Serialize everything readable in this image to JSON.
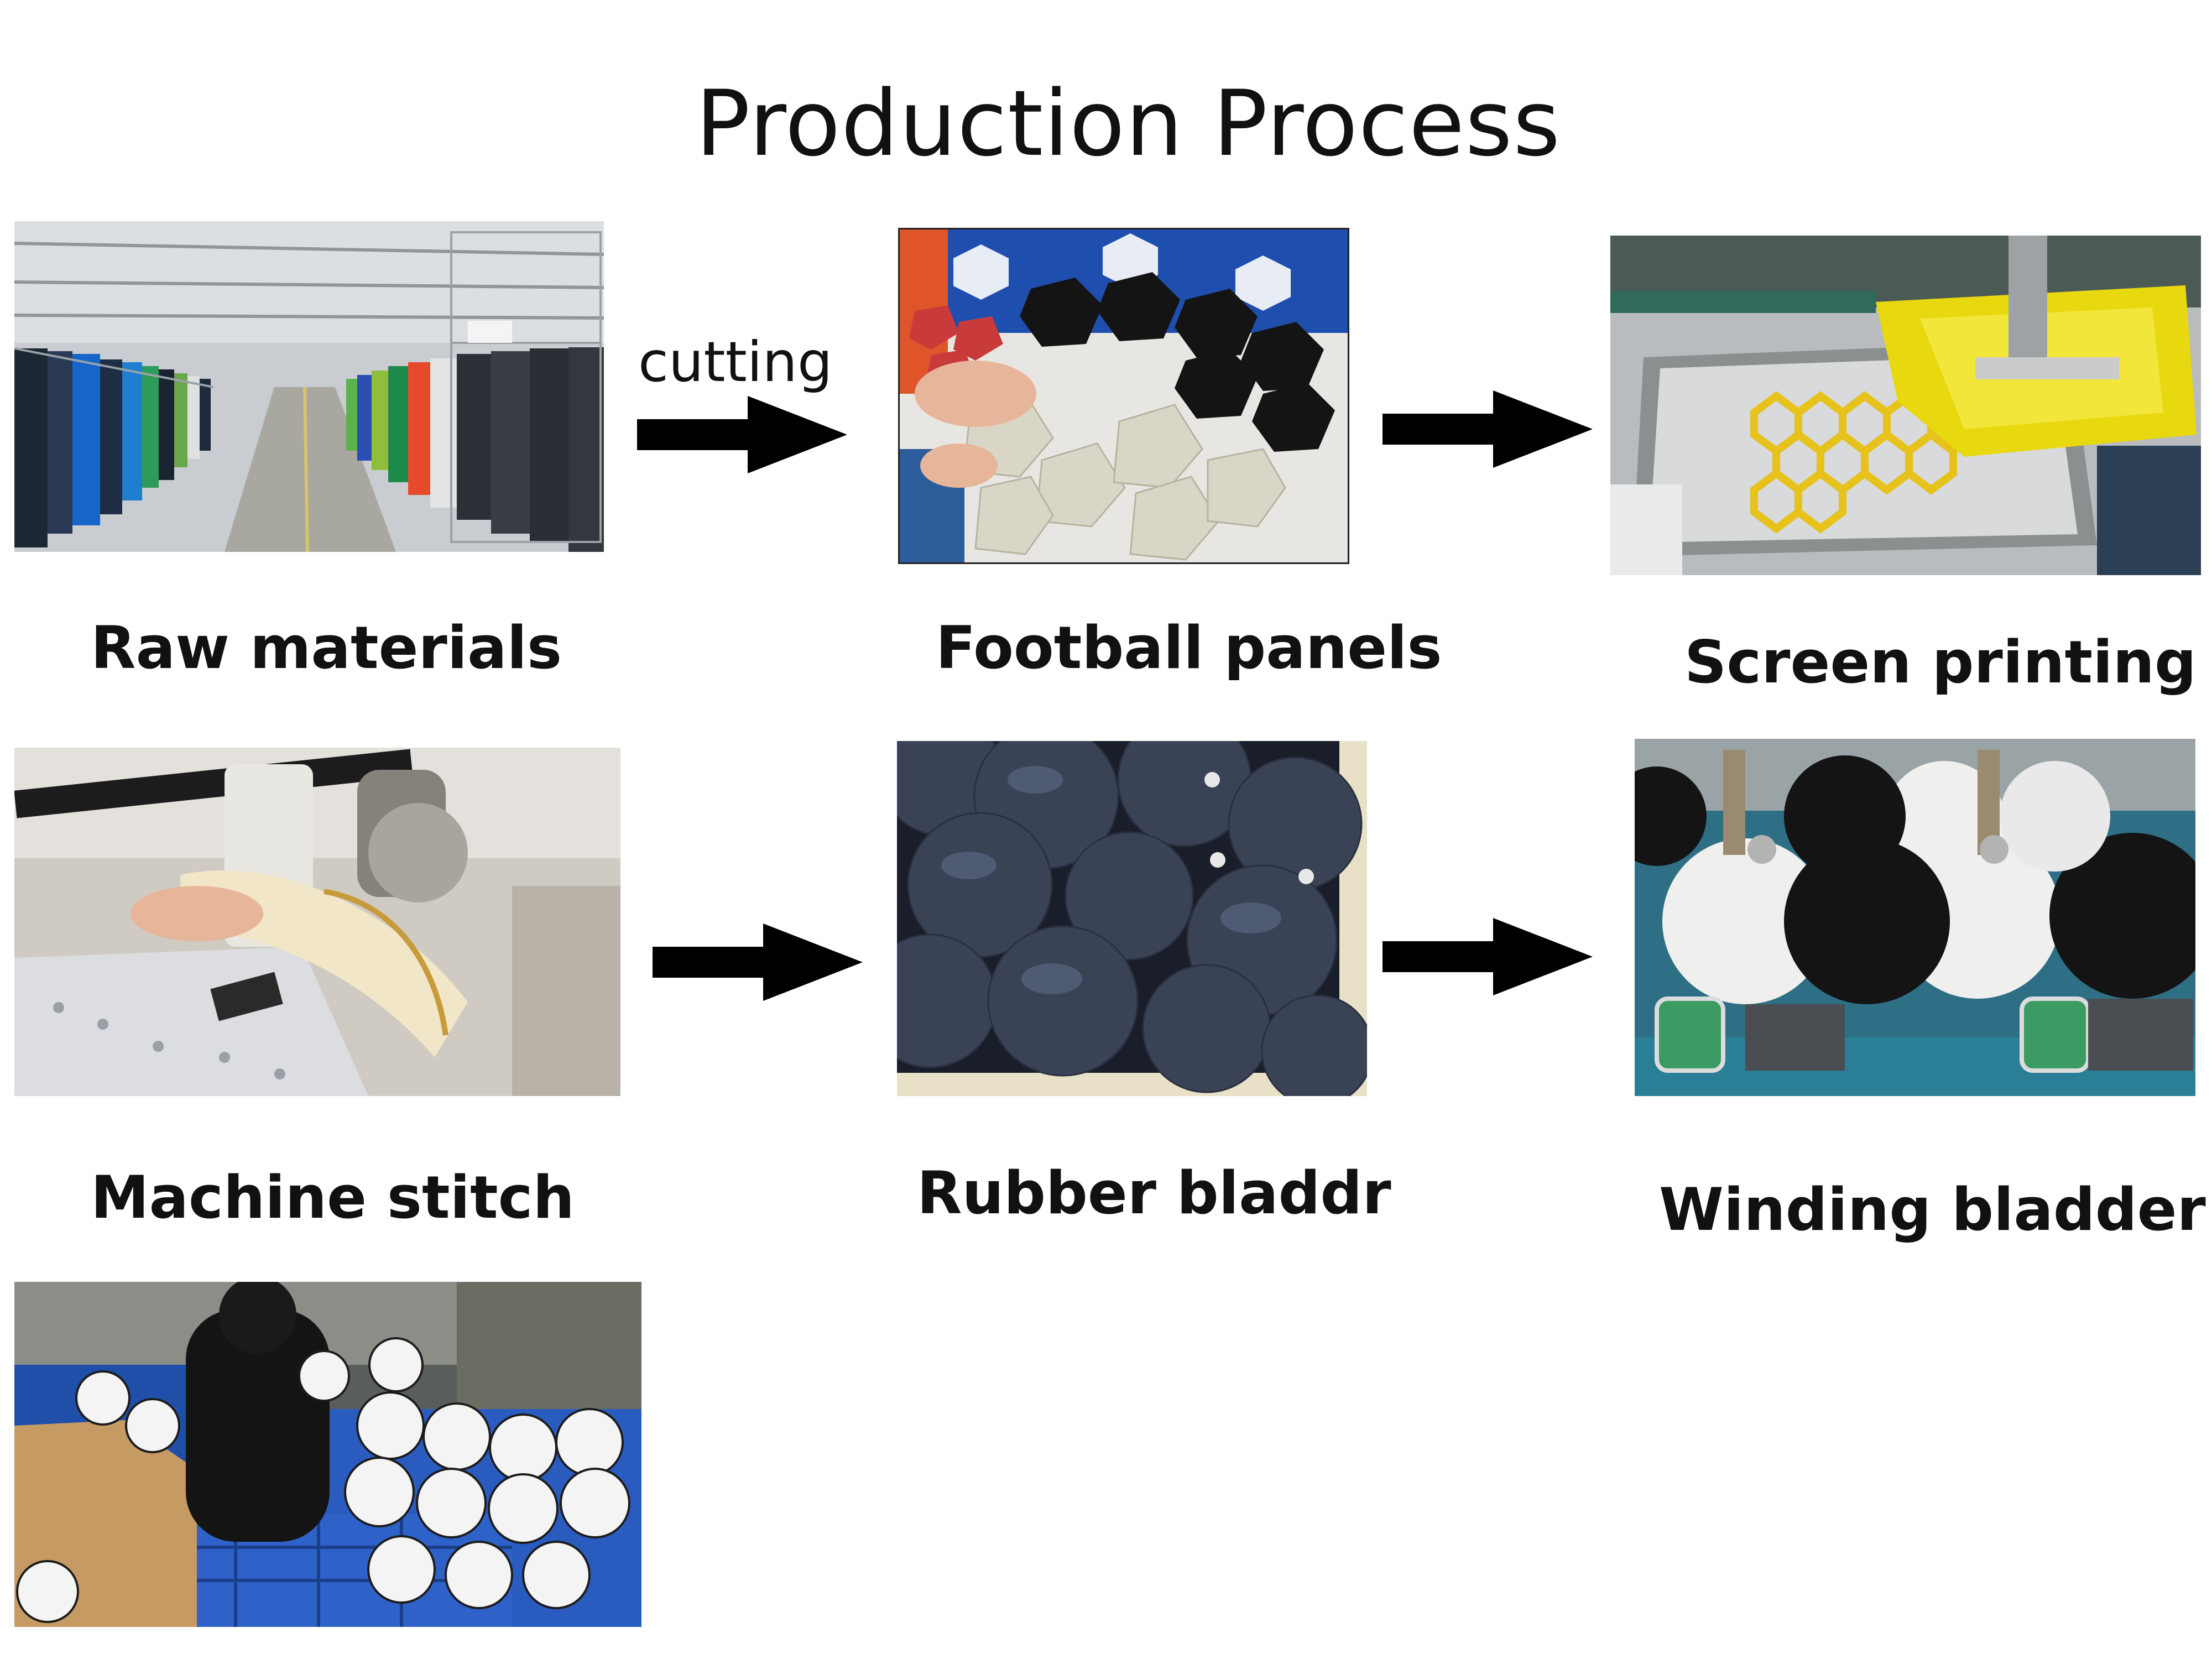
{
  "title": "Production Process",
  "steps": [
    {
      "label": "Raw materials"
    },
    {
      "label": "Football panels"
    },
    {
      "label": "Screen printing"
    },
    {
      "label": "Machine stitch"
    },
    {
      "label": "Rubber bladdr"
    },
    {
      "label": "Winding bladder"
    }
  ],
  "arrows": [
    {
      "text": "cutting"
    }
  ]
}
